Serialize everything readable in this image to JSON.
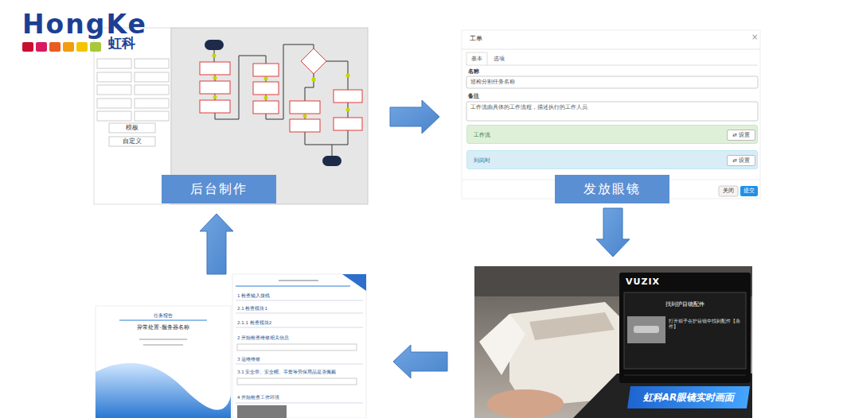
{
  "diagram": {
    "nodes": [
      {
        "text": [
          "模板",
          "自定义"
        ]
      },
      {
        "text": [
          "后台制作"
        ],
        "in": 0
      },
      {
        "text": [
          "工单",
          "×",
          "基本",
          "选项",
          "名称",
          "巡检分割任务名称",
          "备注",
          "工作流由具体的工作流程，描述执行的工作人员",
          "关闭",
          "提交"
        ]
      },
      {
        "text": [
          "工作流",
          "⇄ 设置"
        ],
        "in": 2
      },
      {
        "text": [
          "到岗时",
          "⇄ 设置"
        ],
        "in": 2
      },
      {
        "text": [
          "发放眼镜"
        ],
        "in": 2
      },
      {
        "text": [
          "虹科AR眼镜实时画面"
        ]
      },
      {
        "text": [
          "VUZIX",
          "找到护目镜配件",
          "打开箱子在护目镜中找到配件【条件】"
        ],
        "in": 6
      },
      {
        "text": [
          "任务报告",
          "异常处置-服务器名称"
        ]
      },
      {
        "text": [
          "1 检查输入接线",
          "2.1 检查模块1",
          "2.1.1 检查模块2",
          "2 开始检查维修相关信息",
          "3 运维维修",
          "3.1 安全带、安全帽、手套等劳保用品是否佩戴",
          "4 开始检查工作环境"
        ]
      }
    ],
    "edges": [
      {
        "from": 0,
        "to": 2,
        "arrow": "to"
      },
      {
        "from": 2,
        "to": 6,
        "arrow": "to"
      },
      {
        "from": 6,
        "to": 9,
        "arrow": "to"
      },
      {
        "from": 8,
        "to": 0,
        "arrow": "to"
      }
    ],
    "labels": [
      "HongKe",
      "虹科"
    ]
  }
}
